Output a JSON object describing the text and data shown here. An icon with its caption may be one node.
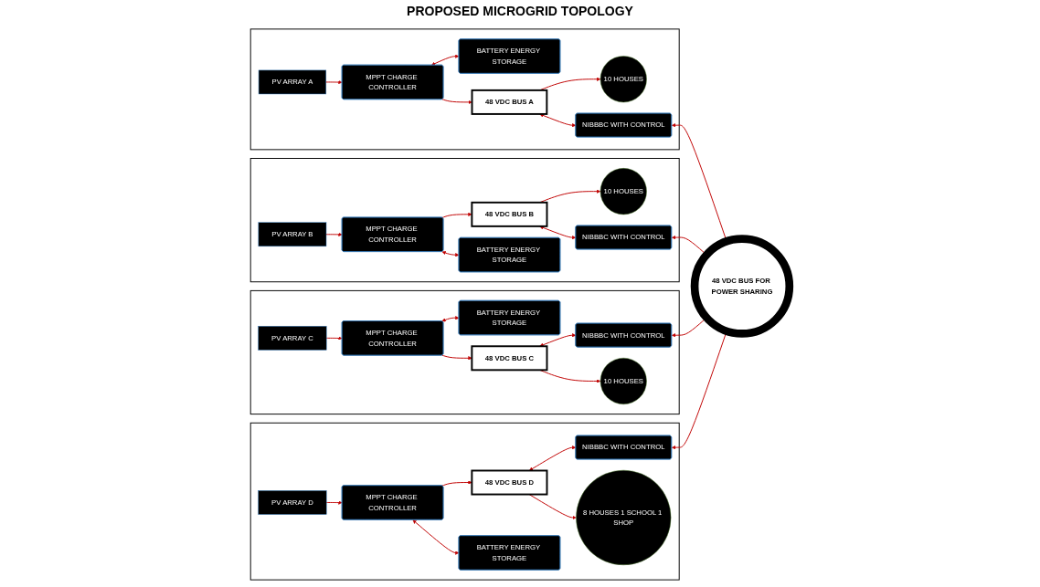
{
  "diagram": {
    "title": "PROPOSED MICROGRID TOPOLOGY",
    "nodes": [
      {
        "text": [],
        "shape": "box"
      },
      {
        "text": [
          "PV ARRAY A"
        ],
        "in": 0
      },
      {
        "text": [
          "MPPT CHARGE CONTROLLER"
        ],
        "in": 0
      },
      {
        "text": [
          "BATTERY ENERGY STORAGE"
        ],
        "in": 0
      },
      {
        "text": [
          "48 VDC BUS A"
        ],
        "in": 0
      },
      {
        "text": [
          "10 HOUSES"
        ],
        "in": 0
      },
      {
        "text": [
          "NIBBBC WITH CONTROL"
        ],
        "in": 0
      },
      {
        "text": [],
        "shape": "box"
      },
      {
        "text": [
          "48 VDC BUS B"
        ],
        "in": 7
      },
      {
        "text": [
          "10 HOUSES"
        ],
        "in": 7
      },
      {
        "text": [
          "MPPT CHARGE CONTROLLER"
        ],
        "in": 7
      },
      {
        "text": [
          "PV ARRAY B"
        ],
        "in": 7
      },
      {
        "text": [
          "NIBBBC WITH CONTROL"
        ],
        "in": 7
      },
      {
        "text": [
          "BATTERY ENERGY STORAGE"
        ],
        "in": 7
      },
      {
        "text": [
          "48 VDC BUS FOR POWER SHARING"
        ]
      },
      {
        "text": [],
        "shape": "box"
      },
      {
        "text": [
          "BATTERY ENERGY STORAGE"
        ],
        "in": 15
      },
      {
        "text": [
          "48 VDC BUS C"
        ],
        "in": 15
      },
      {
        "text": [
          "NIBBBC WITH CONTROL"
        ],
        "in": 15
      },
      {
        "text": [
          "PV ARRAY C"
        ],
        "in": 15
      },
      {
        "text": [
          "MPPT CHARGE CONTROLLER"
        ],
        "in": 15
      },
      {
        "text": [
          "10 HOUSES"
        ],
        "in": 15
      },
      {
        "text": [],
        "shape": "box"
      },
      {
        "text": [
          "NIBBBC WITH CONTROL"
        ],
        "in": 22
      },
      {
        "text": [
          "48 VDC BUS D"
        ],
        "in": 22
      },
      {
        "text": [
          "BATTERY ENERGY STORAGE"
        ],
        "in": 22
      },
      {
        "text": [
          "8 HOUSES 1 SCHOOL 1 SHOP"
        ],
        "in": 22
      },
      {
        "text": [
          "MPPT CHARGE CONTROLLER"
        ],
        "in": 22
      },
      {
        "text": [
          "PV ARRAY D"
        ],
        "in": 22
      }
    ],
    "edges": [
      {
        "from": 1,
        "to": 2,
        "arrow": "to"
      },
      {
        "from": 2,
        "to": 4,
        "arrow": "to"
      },
      {
        "from": 4,
        "to": 5,
        "arrow": "to"
      },
      {
        "from": 2,
        "to": 3,
        "arrow": "both"
      },
      {
        "from": 4,
        "to": 6,
        "arrow": "both"
      },
      {
        "from": 6,
        "to": 14,
        "arrow": "both"
      },
      {
        "from": 11,
        "to": 10,
        "arrow": "to"
      },
      {
        "from": 10,
        "to": 8,
        "arrow": "to"
      },
      {
        "from": 8,
        "to": 9,
        "arrow": "to"
      },
      {
        "from": 10,
        "to": 13,
        "arrow": "both"
      },
      {
        "from": 8,
        "to": 12,
        "arrow": "both"
      },
      {
        "from": 12,
        "to": 14,
        "arrow": "both"
      },
      {
        "from": 19,
        "to": 20,
        "arrow": "to"
      },
      {
        "from": 20,
        "to": 17,
        "arrow": "to"
      },
      {
        "from": 17,
        "to": 21,
        "arrow": "to"
      },
      {
        "from": 20,
        "to": 16,
        "arrow": "both"
      },
      {
        "from": 17,
        "to": 18,
        "arrow": "both"
      },
      {
        "from": 18,
        "to": 14,
        "arrow": "both"
      },
      {
        "from": 28,
        "to": 27,
        "arrow": "to"
      },
      {
        "from": 27,
        "to": 24,
        "arrow": "to"
      },
      {
        "from": 24,
        "to": 26,
        "arrow": "to"
      },
      {
        "from": 27,
        "to": 25,
        "arrow": "both"
      },
      {
        "from": 24,
        "to": 23,
        "arrow": "both"
      },
      {
        "from": 23,
        "to": 14,
        "arrow": "both"
      }
    ]
  }
}
